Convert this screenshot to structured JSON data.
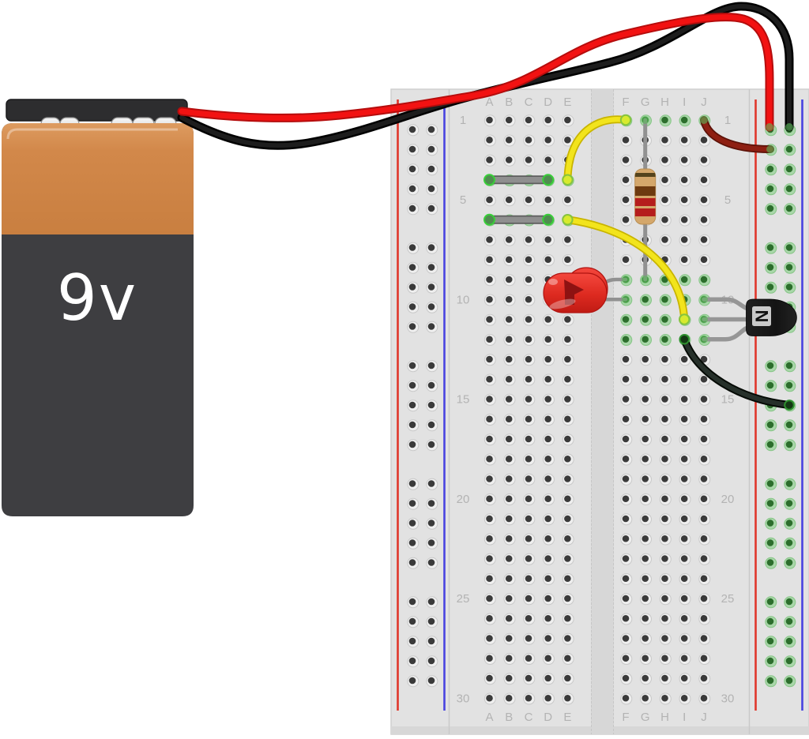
{
  "battery": {
    "label": "9v",
    "cap_color": "#2d2d2f",
    "terminal_color": "#dcdcdc",
    "body_top_color": "#d2884a",
    "body_bottom_color": "#3e3e41",
    "label_color": "#ffffff"
  },
  "breadboard": {
    "column_letters": [
      "A",
      "B",
      "C",
      "D",
      "E",
      "F",
      "G",
      "H",
      "I",
      "J"
    ],
    "row_labels": [
      "1",
      "5",
      "10",
      "15",
      "20",
      "25",
      "30"
    ],
    "row_numbers": [
      1,
      5,
      10,
      15,
      20,
      25,
      30
    ],
    "total_rows": 30,
    "board_color": "#e2e2e2",
    "channel_color": "#d7d7d7",
    "edge_color": "#cfcfcf",
    "label_color": "#b3b3b3",
    "rail_red_line": "#e0372c",
    "rail_blue_line": "#4843e0",
    "hole_dark_center": "#3a3a3a",
    "hole_pad": "#efefef",
    "hole_pad_edge": "#c9c9c9",
    "hole_green_pad": "#a9d7a9",
    "hole_green_edge": "#86c586",
    "hole_green_center": "#2c6e2c",
    "connected_nets": {
      "left_rows": [
        4,
        6
      ],
      "right_rows": [
        1,
        9,
        10,
        11,
        12
      ],
      "right_rail_all_connected": true,
      "left_rail_connected": false
    }
  },
  "wires": [
    {
      "name": "battery-positive-wire",
      "from": "battery-plus",
      "to": "right-rail-red-hole-1",
      "color": "#f21212",
      "edge": "#b50d0d"
    },
    {
      "name": "battery-negative-wire",
      "from": "battery-minus",
      "to": "right-rail-blue-hole-1",
      "color": "#1d1d1d",
      "edge": "#000000"
    },
    {
      "name": "jumper-dark-red",
      "from": "J1",
      "to": "right-rail-red-hole-2",
      "color": "#8e1f12",
      "edge": "#5d1208"
    },
    {
      "name": "jumper-yellow-1",
      "from": "F1",
      "to": "E4",
      "color": "#f2e41c",
      "edge": "#c8b400"
    },
    {
      "name": "jumper-yellow-2",
      "from": "E6",
      "to": "I11",
      "color": "#f2e41c",
      "edge": "#c8b400"
    },
    {
      "name": "jumper-black",
      "from": "I12",
      "to": "right-rail-blue-hole-13",
      "color": "#26302a",
      "edge": "#050a05"
    },
    {
      "name": "jumper-gray-1",
      "from": "A4",
      "to": "D4",
      "color": "#8f8f8f",
      "edge": "#5d5d5d"
    },
    {
      "name": "jumper-gray-2",
      "from": "A6",
      "to": "D6",
      "color": "#8f8f8f",
      "edge": "#5d5d5d"
    }
  ],
  "components": {
    "resistor": {
      "name": "resistor",
      "column": "G",
      "from_row": 1,
      "to_row": 9,
      "body_color": "#d4a76b",
      "body_edge": "#b98e52",
      "band_colors": [
        "#54431c",
        "#6d3a10",
        "#b51d1d",
        "#b51d1d"
      ],
      "lead_color": "#919191"
    },
    "led": {
      "name": "red-led",
      "holes": [
        "F9",
        "F10"
      ],
      "color": "#e23b32",
      "color_dark": "#b01310",
      "symbol_color": "#8e1212",
      "lead_color": "#919191"
    },
    "transistor": {
      "name": "transistor",
      "holes": [
        "J10",
        "J11",
        "J12"
      ],
      "label": "N",
      "body_color": "#171717",
      "label_bg": "#c9c9c9",
      "label_fg": "#101010",
      "lead_color": "#969696"
    }
  },
  "connection_dot_colors": {
    "yellow_end_fill": "#d8ea2e",
    "yellow_end_ring": "#86c43e",
    "gray_end_fill": "#4f8c4f",
    "gray_end_ring": "#38cf38",
    "black_end_fill": "#143814",
    "black_end_ring": "#2e8f2e",
    "lead_tint": "rgba(90,185,90,0.6)"
  }
}
